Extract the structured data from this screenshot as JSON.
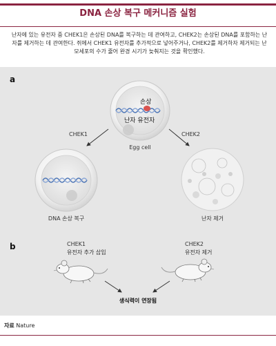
{
  "title": "DNA 손상 복구 메커니즘 실험",
  "description": "난자에 있는 유전자 중 CHEK1은 손상된 DNA를 복구하는 데 관여하고, CHEK2는 손상된 DNA를 포함하는 난자를 제거하는 데 관여한다. 쥐에서 CHEK1 유전자를 추가적으로 넣어주거나, CHEK2를 제거하자 제거되는 난모세포의 수가 줄어 완경 시기가 늦춰지는 것을 확인했다.",
  "panel_a": {
    "letter": "a",
    "damage_label": "손상",
    "gene_label": "난자 유전자",
    "cell_label": "Egg cell",
    "arrow_left_label": "CHEK1",
    "arrow_right_label": "CHEK2",
    "result_left": "DNA 손상 복구",
    "result_right": "난자 제거"
  },
  "panel_b": {
    "letter": "b",
    "mouse_left_label_1": "CHEK1",
    "mouse_left_label_2": "유전자 추가 삽입",
    "mouse_right_label_1": "CHEK2",
    "mouse_right_label_2": "유전자 제거",
    "result": "생식력이 연장됨"
  },
  "source": {
    "prefix": "자료",
    "name": "Nature"
  },
  "colors": {
    "accent": "#8a2340",
    "panel_bg": "#e6e6e6",
    "dna_blue": "#4a73b5",
    "dna_red": "#d9534f"
  }
}
